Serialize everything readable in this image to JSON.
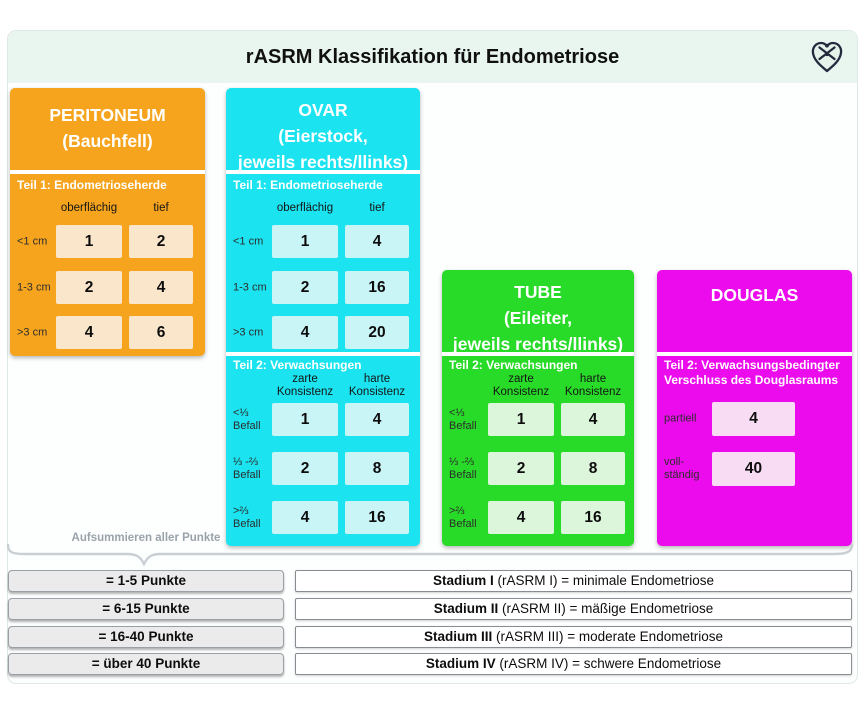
{
  "page": {
    "title": "rASRM Klassifikation für Endometriose"
  },
  "colors": {
    "header_band": "#e9f5ef",
    "peritoneum_bg": "#f6a41d",
    "peritoneum_cell": "#fae7cb",
    "ovar_bg": "#1be3ef",
    "ovar_cell": "#c9f5f7",
    "tube_bg": "#28db28",
    "tube_cell": "#dbf6db",
    "douglas_bg": "#ec0bec",
    "douglas_cell": "#f8dcf4",
    "logo_stroke": "#232a3d"
  },
  "icons": {
    "logo": "heart-figures-logo-icon"
  },
  "peritoneum": {
    "title": "PERITONEUM\n(Bauchfell)",
    "part1_label": "Teil 1: Endometrioseherde",
    "col_superficial": "oberflächig",
    "col_deep": "tief",
    "rows": [
      {
        "label": "<1 cm",
        "superficial": "1",
        "deep": "2"
      },
      {
        "label": "1-3 cm",
        "superficial": "2",
        "deep": "4"
      },
      {
        "label": ">3 cm",
        "superficial": "4",
        "deep": "6"
      }
    ]
  },
  "ovar": {
    "title": "OVAR\n(Eierstock,\njeweils rechts/llinks)",
    "part1_label": "Teil 1: Endometrioseherde",
    "col_superficial": "oberflächig",
    "col_deep": "tief",
    "part1_rows": [
      {
        "label": "<1 cm",
        "superficial": "1",
        "deep": "4"
      },
      {
        "label": "1-3 cm",
        "superficial": "2",
        "deep": "16"
      },
      {
        "label": ">3 cm",
        "superficial": "4",
        "deep": "20"
      }
    ],
    "part2_label": "Teil 2: Verwachsungen",
    "col_soft": "zarte\nKonsistenz",
    "col_hard": "harte\nKonsistenz",
    "part2_rows": [
      {
        "label": "<⅓\nBefall",
        "soft": "1",
        "hard": "4"
      },
      {
        "label": "⅓ -⅔\nBefall",
        "soft": "2",
        "hard": "8"
      },
      {
        "label": ">⅔\nBefall",
        "soft": "4",
        "hard": "16"
      }
    ]
  },
  "tube": {
    "title": "TUBE\n(Eileiter,\njeweils rechts/llinks)",
    "part2_label": "Teil 2: Verwachsungen",
    "col_soft": "zarte\nKonsistenz",
    "col_hard": "harte\nKonsistenz",
    "part2_rows": [
      {
        "label": "<⅓\nBefall",
        "soft": "1",
        "hard": "4"
      },
      {
        "label": "⅓ -⅔\nBefall",
        "soft": "2",
        "hard": "8"
      },
      {
        "label": ">⅔\nBefall",
        "soft": "4",
        "hard": "16"
      }
    ]
  },
  "douglas": {
    "title": "DOUGLAS",
    "part2_label": "Teil 2: Verwachsungsbedingter\nVerschluss des Douglasraums",
    "rows": [
      {
        "label": "partiell",
        "value": "4"
      },
      {
        "label": "voll-\nständig",
        "value": "40"
      }
    ]
  },
  "summary": {
    "note": "Aufsummieren aller Punkte",
    "points": [
      "= 1-5 Punkte",
      "= 6-15 Punkte",
      "= 16-40 Punkte",
      "= über 40 Punkte"
    ]
  },
  "stages": [
    {
      "name": "Stadium I",
      "rest": " (rASRM I) = minimale Endometriose"
    },
    {
      "name": "Stadium II",
      "rest": " (rASRM II) = mäßige Endometriose"
    },
    {
      "name": "Stadium III",
      "rest": " (rASRM III) = moderate Endometriose"
    },
    {
      "name": "Stadium IV",
      "rest": " (rASRM IV) = schwere Endometriose"
    }
  ]
}
